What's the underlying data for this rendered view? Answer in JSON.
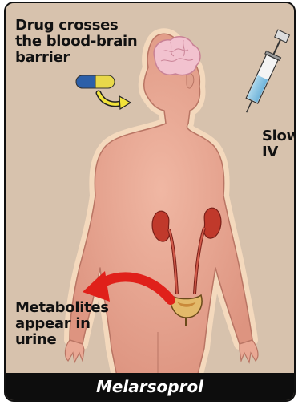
{
  "labels": {
    "blood_brain": [
      "Drug crosses",
      "the blood-brain",
      "barrier"
    ],
    "slow_iv": [
      "Slow",
      "IV"
    ],
    "metabolites": [
      "Metabolites",
      "appear in",
      "urine"
    ]
  },
  "footer": {
    "title": "Melarsoprol"
  },
  "colors": {
    "background": "#d7c2ad",
    "body_fill": "#e3a08f",
    "body_glow": "#f4d9bd",
    "kidney": "#c0392b",
    "arrow": "#e0201a",
    "capsule_blue": "#2c5fa8",
    "capsule_yellow": "#e8d84a",
    "footer_bg": "#0d0d0d"
  },
  "icons": [
    "brain-icon",
    "capsule-icon",
    "syringe-icon",
    "kidney-icon",
    "bladder-icon"
  ]
}
